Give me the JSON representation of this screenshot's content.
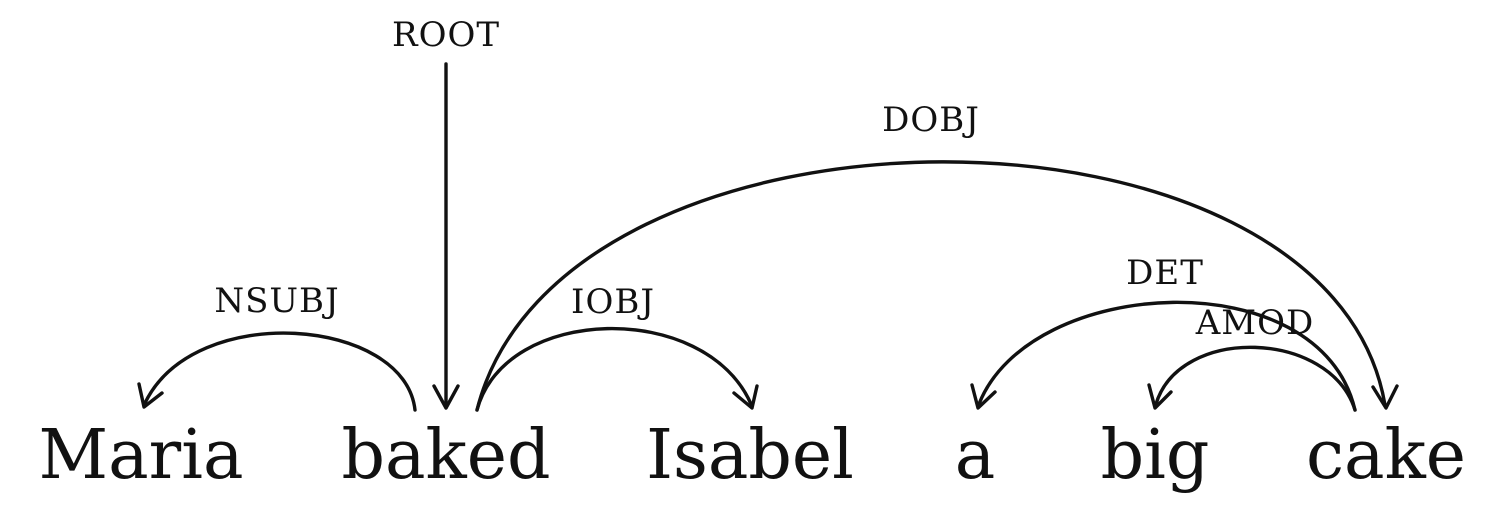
{
  "words": [
    {
      "id": "maria",
      "text": "Maria"
    },
    {
      "id": "baked",
      "text": "baked"
    },
    {
      "id": "isabel",
      "text": "Isabel"
    },
    {
      "id": "a",
      "text": "a"
    },
    {
      "id": "big",
      "text": "big"
    },
    {
      "id": "cake",
      "text": "cake"
    }
  ],
  "root": {
    "label": "ROOT",
    "target": "baked"
  },
  "dependencies": [
    {
      "id": "nsubj",
      "label": "NSUBJ",
      "head": "baked",
      "dependent": "maria"
    },
    {
      "id": "iobj",
      "label": "IOBJ",
      "head": "baked",
      "dependent": "isabel"
    },
    {
      "id": "dobj",
      "label": "DOBJ",
      "head": "baked",
      "dependent": "cake"
    },
    {
      "id": "det",
      "label": "DET",
      "head": "cake",
      "dependent": "a"
    },
    {
      "id": "amod",
      "label": "AMOD",
      "head": "cake",
      "dependent": "big"
    }
  ],
  "colors": {
    "ink": "#111111",
    "background": "#ffffff"
  }
}
